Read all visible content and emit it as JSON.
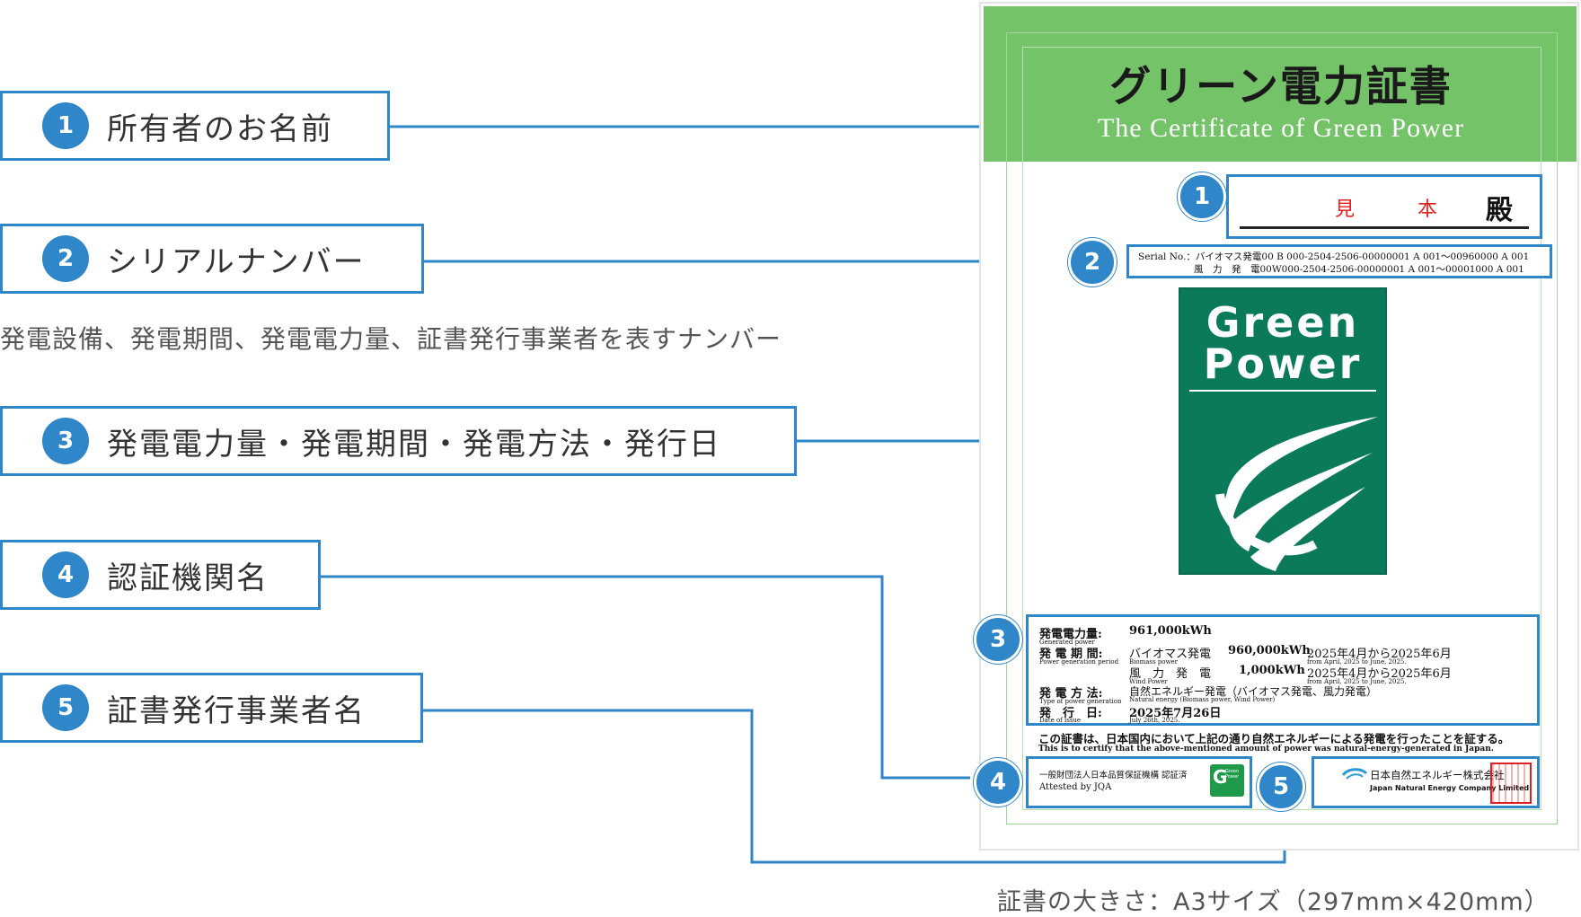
{
  "labels": [
    {
      "num": "1",
      "text": "所有者のお名前"
    },
    {
      "num": "2",
      "text": "シリアルナンバー"
    },
    {
      "num": "3",
      "text": "発電電力量・発電期間・発電方法・発行日"
    },
    {
      "num": "4",
      "text": "認証機関名"
    },
    {
      "num": "5",
      "text": "証書発行事業者名"
    }
  ],
  "serial_description": "発電設備、発電期間、発電電力量、証書発行事業者を表すナンバー",
  "certificate": {
    "title": "グリーン電力証書",
    "subtitle": "The Certificate of Green Power",
    "owner": {
      "sample_left": "見",
      "sample_right": "本",
      "honorific": "殿"
    },
    "serial": {
      "line1": "Serial No.：バイオマス発電00 B 000-2504-2506-00000001 A 001～00960000 A 001",
      "line2": "風　力　発　電00W000-2504-2506-00000001 A 001～00001000 A 001"
    },
    "logo": {
      "line1": "Green",
      "line2": "Power"
    },
    "details": {
      "generated_label": "発電電力量:",
      "generated_label_en": "Generated power",
      "generated_value": "961,000kWh",
      "period_label": "発 電 期 間:",
      "period_label_en": "Power generation period",
      "biomass_name": "バイオマス発電",
      "biomass_name_en": "Biomass power",
      "biomass_kwh": "960,000kWh",
      "biomass_period": "2025年4月から2025年6月",
      "biomass_period_en": "from April, 2025 to June, 2025.",
      "wind_name": "風　力　発　電",
      "wind_name_en": "Wind Power",
      "wind_kwh": "1,000kWh",
      "wind_period": "2025年4月から2025年6月",
      "wind_period_en": "from April, 2025 to June, 2025.",
      "method_label": "発 電 方 法:",
      "method_label_en": "Type of power generation",
      "method_value": "自然エネルギー発電（バイオマス発電、風力発電）",
      "method_value_en": "Natural energy (Biomass power, Wind Power)",
      "issue_label": "発　行　日:",
      "issue_label_en": "Date of issue",
      "issue_value": "2025年7月26日",
      "issue_value_en": "July 26th, 2025."
    },
    "statement": "この証書は、日本国内において上記の通り自然エネルギーによる発電を行ったことを証する。",
    "statement_en": "This is to certify that the above-mentioned amount of power was natural-energy-generated in Japan.",
    "certifier": {
      "name": "一般財団法人日本品質保証機構 認証済",
      "name_en": "Attested by JQA",
      "badge_g": "G",
      "badge_text": "Green Power"
    },
    "issuer": {
      "name": "日本自然エネルギー株式会社",
      "name_en": "Japan Natural Energy Company Limited"
    }
  },
  "caption": "証書の大きさ：A3サイズ（297mm×420mm）",
  "colors": {
    "accent": "#2f86c9",
    "header_green": "#74c369",
    "logo_green": "#0b7a5b",
    "sample_red": "#e02020"
  }
}
